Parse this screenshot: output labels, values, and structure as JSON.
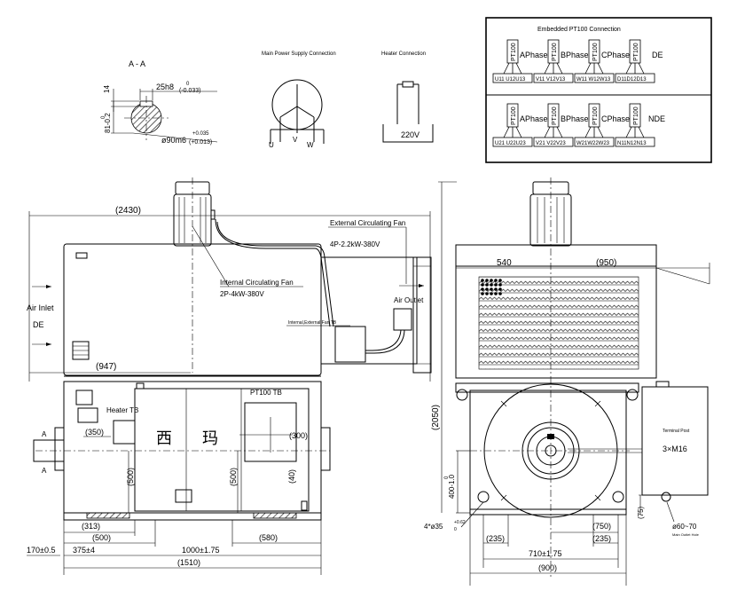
{
  "section": {
    "title": "A - A",
    "key_width": "25h8",
    "key_tol_top": "0",
    "key_tol_bottom": "(-0.033)",
    "shaft_dia": "ø90m6",
    "shaft_tol_top": "+0.035",
    "shaft_tol_bottom": "(+0.013)",
    "dim_14": "14",
    "dim_81": "81-0.2",
    "dim_81_tol": "0"
  },
  "main_conn": {
    "title": "Main Power Supply Connection",
    "u": "U",
    "v": "V",
    "w": "W"
  },
  "heater_conn": {
    "title": "Heater Connection",
    "voltage": "220V"
  },
  "pt100": {
    "title": "Embedded PT100 Connection",
    "sensor": "PT100",
    "phase_a": "APhase",
    "phase_b": "BPhase",
    "phase_c": "CPhase",
    "de": "DE",
    "nde": "NDE",
    "top_terminals": [
      "U11 U12U13",
      "V11 V12V13",
      "W11 W12W13",
      "D11D12D13"
    ],
    "bottom_terminals": [
      "U21 U22U23",
      "V21 V22V23",
      "W21W22W23",
      "N11N12N13"
    ]
  },
  "side_view": {
    "dim_2430": "(2430)",
    "ext_fan_title": "External Circulating Fan",
    "ext_fan_spec": "4P-2.2kW-380V",
    "int_fan_title": "Internal Circulating Fan",
    "int_fan_spec": "2P-4kW-380V",
    "air_outlet": "Air Outlet",
    "air_inlet": "Air Inlet",
    "de": "DE",
    "fan_tb": "Internal,External Fan TB",
    "dim_947": "(947)",
    "heater_tb": "Heater TB",
    "pt100_tb": "PT100 TB",
    "dim_350": "(350)",
    "dim_300": "(300)",
    "dim_500a": "(500)",
    "dim_500b": "(500)",
    "dim_40": "(40)",
    "chinese_1": "西",
    "chinese_2": "玛",
    "dim_313": "(313)",
    "dim_500c": "(500)",
    "dim_580": "(580)",
    "dim_170": "170±0.5",
    "dim_375": "375±4",
    "dim_1000": "1000±1.75",
    "dim_1510": "(1510)",
    "section_a": "A"
  },
  "end_view": {
    "dim_540": "540",
    "dim_950": "(950)",
    "dim_2050": "(2050)",
    "dim_400": "400-1.0",
    "dim_400_tol": "0",
    "dim_4x35": "4*ø35",
    "dim_4x35_tol": "+0.62",
    "dim_4x35_tol2": "0",
    "dim_235a": "(235)",
    "dim_750": "(750)",
    "dim_235b": "(235)",
    "dim_710": "710±1.75",
    "dim_900": "(900)",
    "dim_75": "(75)",
    "terminal_post": "Terminal Post",
    "terminal_spec": "3×M16",
    "outlet_dia": "ø60~70",
    "outlet_label": "Main Outlet Hole"
  }
}
